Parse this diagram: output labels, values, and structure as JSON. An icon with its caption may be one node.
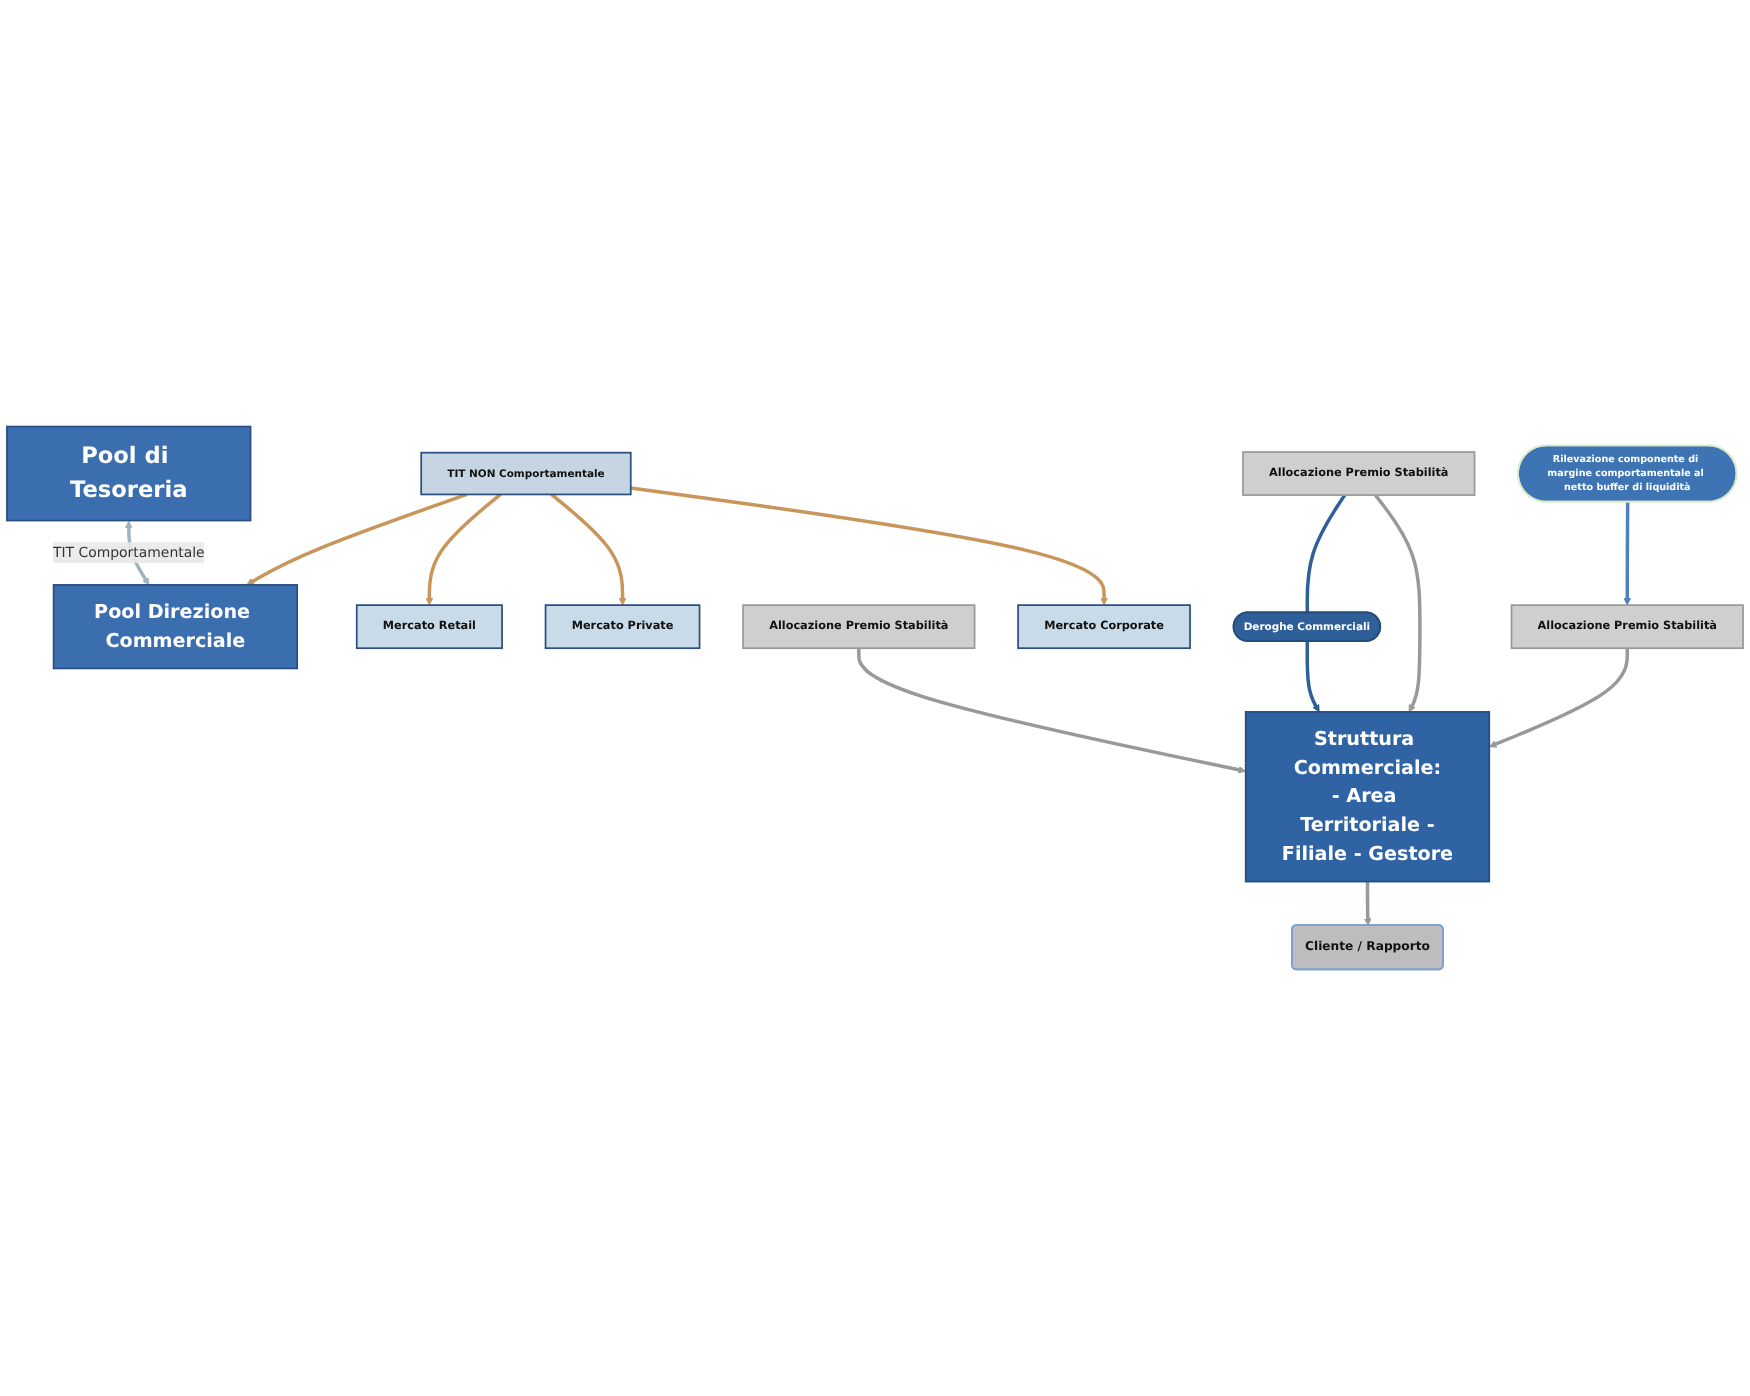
{
  "diagram": {
    "nodes": [
      {
        "text": [
          "Pool di Tesoreria"
        ]
      },
      {
        "text": [
          "Pool Direzione Commerciale"
        ]
      },
      {
        "text": [
          "Rilevazione componente di margine comportamentale al netto buffer di liquidità"
        ]
      },
      {
        "text": [
          "TIT NON Comportamentale"
        ]
      },
      {
        "text": [
          "Mercato Retail"
        ]
      },
      {
        "text": [
          "Allocazione Premio Stabilità"
        ]
      },
      {
        "text": [
          "Mercato Private"
        ]
      },
      {
        "text": [
          "Allocazione Premio Stabilità"
        ]
      },
      {
        "text": [
          "Mercato Corporate"
        ]
      },
      {
        "text": [
          "Allocazione Premio Stabilità"
        ]
      },
      {
        "text": [
          "Deroghe Commerciali"
        ]
      },
      {
        "text": [
          "Struttura Commerciale:",
          "- Area Territoriale -Filiale - Gestore"
        ]
      },
      {
        "text": [
          "Cliente / Rapporto"
        ]
      }
    ],
    "edges": [
      {
        "from": 0,
        "to": 1,
        "arrow": "both",
        "label": "TIT Comportamentale",
        "color": "#9fb4c0"
      },
      {
        "from": 3,
        "to": 1,
        "arrow": "to",
        "color": "#c8955a"
      },
      {
        "from": 3,
        "to": 4,
        "arrow": "to",
        "color": "#c8955a"
      },
      {
        "from": 3,
        "to": 6,
        "arrow": "to",
        "color": "#c8955a"
      },
      {
        "from": 3,
        "to": 8,
        "arrow": "to",
        "color": "#c8955a"
      },
      {
        "from": 2,
        "to": 9,
        "arrow": "to",
        "color": "#4f81bd"
      },
      {
        "from": 5,
        "to": 10,
        "arrow": "none",
        "color": "#2f5f98"
      },
      {
        "from": 10,
        "to": 11,
        "arrow": "to",
        "color": "#2f5f98"
      },
      {
        "from": 5,
        "to": 11,
        "arrow": "to",
        "color": "#999999"
      },
      {
        "from": 7,
        "to": 11,
        "arrow": "to",
        "color": "#999999"
      },
      {
        "from": 9,
        "to": 11,
        "arrow": "to",
        "color": "#999999"
      },
      {
        "from": 11,
        "to": 12,
        "arrow": "to",
        "color": "#999999"
      }
    ]
  }
}
